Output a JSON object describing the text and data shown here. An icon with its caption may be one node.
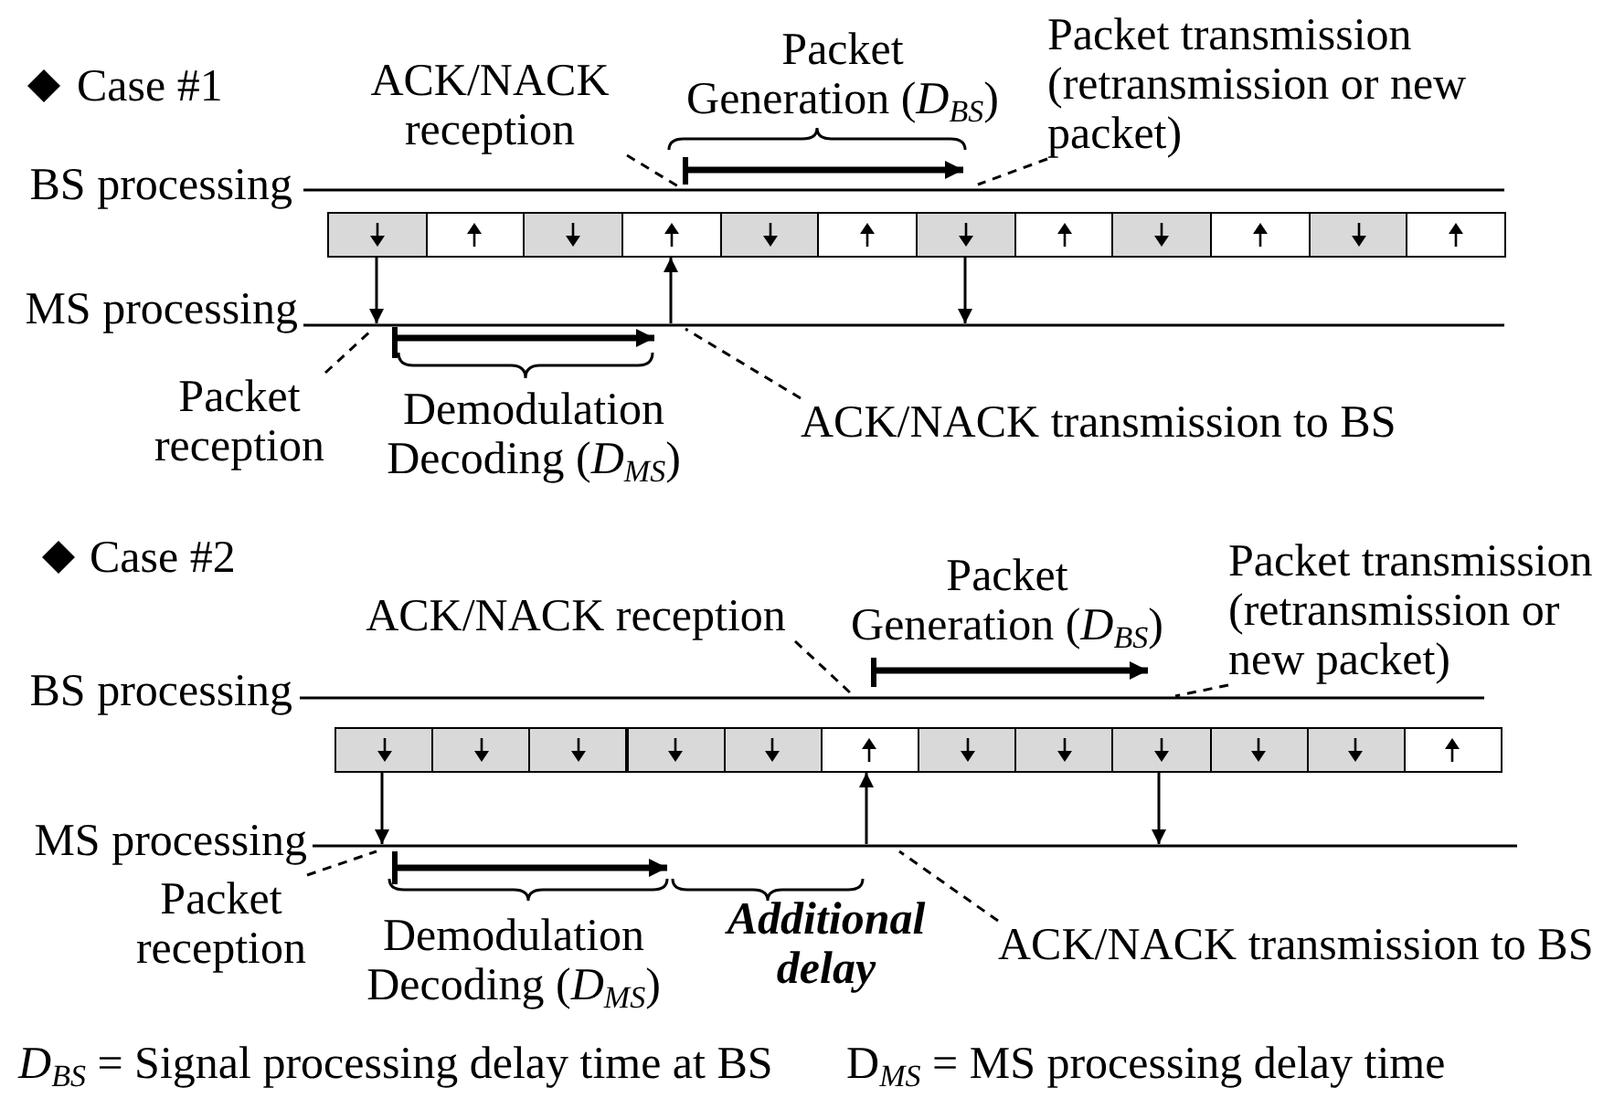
{
  "diagram": {
    "nodes": [
      {
        "text": [
          "ACK/NACK reception"
        ]
      },
      {
        "text": [
          "Packet transmission (retransmission or new packet)"
        ]
      },
      {
        "text": [],
        "shape": "box"
      },
      {
        "text": [],
        "shape": "box"
      },
      {
        "text": [],
        "shape": "box"
      },
      {
        "text": [],
        "shape": "box"
      },
      {
        "text": [],
        "shape": "box"
      },
      {
        "text": [],
        "shape": "box"
      },
      {
        "text": [],
        "shape": "box"
      },
      {
        "text": [],
        "shape": "box"
      },
      {
        "text": [],
        "shape": "box"
      },
      {
        "text": [],
        "shape": "box"
      },
      {
        "text": [],
        "shape": "box"
      },
      {
        "text": [],
        "shape": "box"
      },
      {
        "text": [
          "Packet reception"
        ]
      },
      {
        "text": [
          "ACK/NACK transmission to BS"
        ]
      },
      {
        "text": [
          "ACK/NACK reception"
        ]
      },
      {
        "text": [
          "Packet transmission (retransmission or new packet)"
        ]
      },
      {
        "text": [],
        "shape": "box"
      },
      {
        "text": [],
        "shape": "box"
      },
      {
        "text": [],
        "shape": "box"
      },
      {
        "text": [],
        "shape": "box"
      },
      {
        "text": [],
        "shape": "box"
      },
      {
        "text": [],
        "shape": "box"
      },
      {
        "text": [],
        "shape": "box"
      },
      {
        "text": [],
        "shape": "box"
      },
      {
        "text": [],
        "shape": "box"
      },
      {
        "text": [],
        "shape": "box"
      },
      {
        "text": [],
        "shape": "box"
      },
      {
        "text": [],
        "shape": "box"
      },
      {
        "text": [
          "Packet reception"
        ]
      },
      {
        "text": [
          "ACK/NACK transmission to BS"
        ]
      }
    ],
    "edges": [
      {
        "from": 0,
        "to": null,
        "arrow": "none",
        "style": "dashed"
      },
      {
        "from": 1,
        "to": null,
        "arrow": "none",
        "style": "dashed"
      },
      {
        "from": 2,
        "to": null,
        "arrow": "to"
      },
      {
        "from": null,
        "to": 5,
        "arrow": "to"
      },
      {
        "from": 8,
        "to": null,
        "arrow": "to"
      },
      {
        "from": 14,
        "to": null,
        "arrow": "none",
        "style": "dashed"
      },
      {
        "from": 15,
        "to": null,
        "arrow": "none",
        "style": "dashed"
      },
      {
        "from": 16,
        "to": null,
        "arrow": "none",
        "style": "dashed"
      },
      {
        "from": 17,
        "to": null,
        "arrow": "none",
        "style": "dashed"
      },
      {
        "from": 18,
        "to": null,
        "arrow": "to"
      },
      {
        "from": null,
        "to": 23,
        "arrow": "to"
      },
      {
        "from": 26,
        "to": null,
        "arrow": "to"
      },
      {
        "from": 30,
        "to": null,
        "arrow": "none",
        "style": "dashed"
      },
      {
        "from": 31,
        "to": null,
        "arrow": "none",
        "style": "dashed"
      }
    ],
    "labels": [
      "Case #1",
      "Packet Generation (*D*$_{BS}$)",
      "BS processing",
      "MS processing",
      "Demodulation Decoding (*D*$_{MS}$)",
      "Case #2",
      "Packet Generation (*D*$_{BS}$)",
      "BS processing",
      "MS processing",
      "Demodulation Decoding (*D*$_{MS}$)",
      "Additional delay",
      "*D*$_{BS}$ = Signal processing delay time at BS",
      "D$_{MS}$ = MS processing delay time"
    ]
  }
}
